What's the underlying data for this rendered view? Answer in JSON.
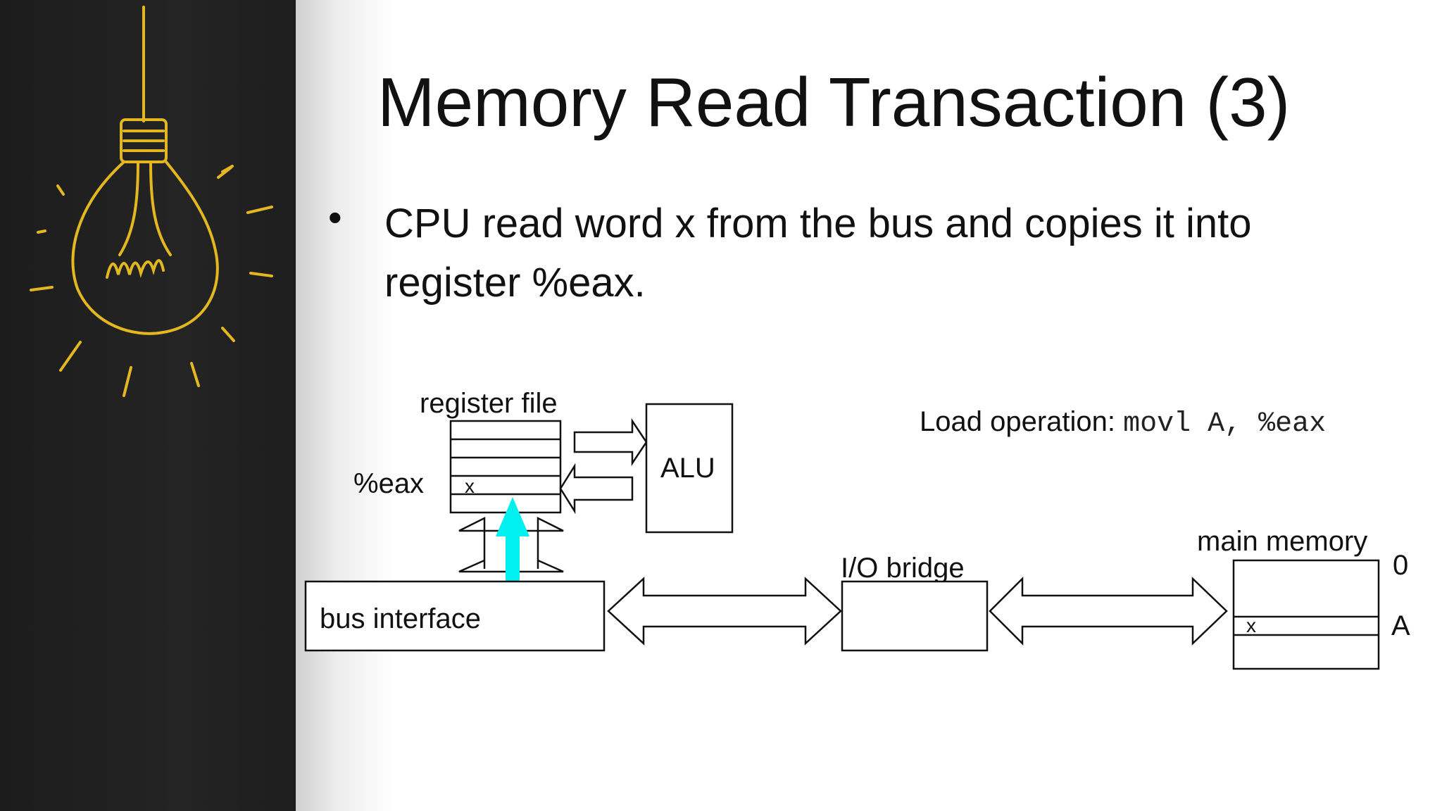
{
  "slide": {
    "title": "Memory Read Transaction (3)",
    "bullet": "CPU read word x from the bus and copies it into register %eax."
  },
  "diagram": {
    "register_file_label": "register file",
    "eax_label": "%eax",
    "register_value": "x",
    "alu_label": "ALU",
    "bus_interface_label": "bus interface",
    "io_bridge_label": "I/O bridge",
    "main_memory_label": "main memory",
    "memory_value": "x",
    "address_zero": "0",
    "address_a": "A",
    "load_prefix": "Load operation: ",
    "load_code": "movl A, %eax"
  },
  "colors": {
    "highlight_arrow": "#00f0f0",
    "sidebar_bulb": "#e3b71f"
  }
}
